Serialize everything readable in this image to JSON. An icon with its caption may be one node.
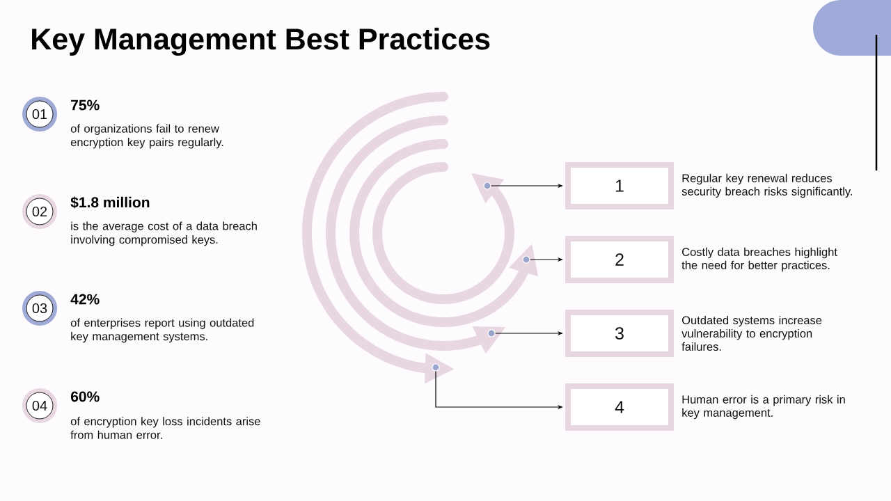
{
  "diagram": {
    "title": "Key Management Best Practices",
    "nodes": [
      {
        "text": [
          "01"
        ],
        "beside": [
          "75%",
          "of organizations fail to renew encryption key pairs regularly."
        ]
      },
      {
        "text": [
          "02"
        ],
        "beside": [
          "$1.8 million",
          "is the average cost of a data breach involving compromised keys."
        ]
      },
      {
        "text": [
          "03"
        ],
        "beside": [
          "42%",
          "of enterprises report using outdated key management systems."
        ]
      },
      {
        "text": [
          "04"
        ],
        "beside": [
          "60%",
          "of encryption key loss incidents arise from human error."
        ]
      },
      {
        "text": [],
        "shape": "circle"
      },
      {
        "text": [],
        "shape": "circle"
      },
      {
        "text": [],
        "shape": "circle"
      },
      {
        "text": [],
        "shape": "circle"
      },
      {
        "text": [
          "1"
        ],
        "beside": [
          "Regular key renewal reduces security breach risks significantly."
        ]
      },
      {
        "text": [
          "2"
        ],
        "beside": [
          "Costly data breaches highlight the need for better practices."
        ]
      },
      {
        "text": [
          "3"
        ],
        "beside": [
          "Outdated systems increase vulnerability to encryption failures."
        ]
      },
      {
        "text": [
          "4"
        ],
        "beside": [
          "Human error is a primary risk in key management."
        ]
      }
    ],
    "edges": [
      {
        "from": 4,
        "to": 8,
        "arrow": "to"
      },
      {
        "from": 5,
        "to": 9,
        "arrow": "to"
      },
      {
        "from": 6,
        "to": 10,
        "arrow": "to"
      },
      {
        "from": 7,
        "to": 11,
        "arrow": "to"
      }
    ]
  }
}
